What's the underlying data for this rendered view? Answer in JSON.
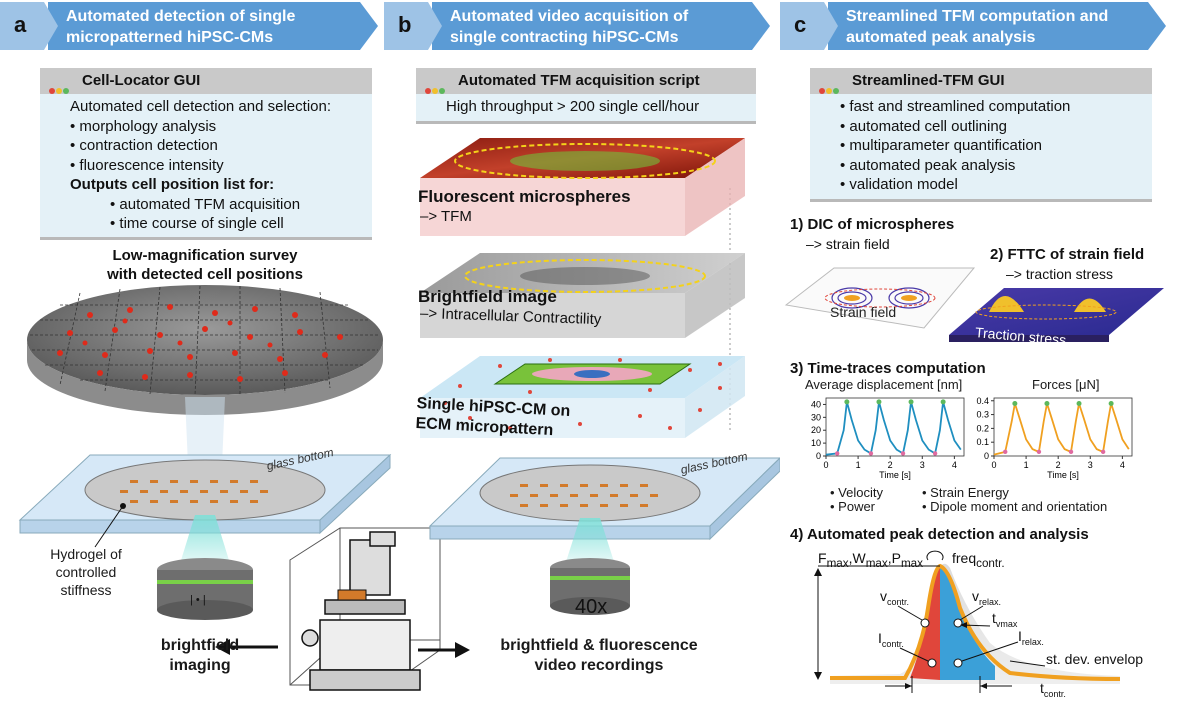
{
  "colors": {
    "banner": "#5b9bd5",
    "gui_bg": "#e4f1f7",
    "gui_title": "#c9c9c9",
    "dot_red": "#e0463b",
    "dot_yellow": "#f0c02c",
    "dot_green": "#5cb85c",
    "accent_orange": "#f0a020",
    "accent_blue": "#1f8fc0"
  },
  "panel_a": {
    "letter": "a",
    "banner": [
      "Automated detection of single",
      "micropatterned hiPSC-CMs"
    ],
    "gui_title": "Cell-Locator GUI",
    "lines": [
      "Automated cell detection and selection:",
      "• morphology analysis",
      "• contraction detection",
      "• fluorescence intensity"
    ],
    "outputs_title": "Outputs cell position list for:",
    "outputs": [
      "• automated TFM acquisition",
      "• time course of single cell"
    ],
    "survey": [
      "Low-magnification survey",
      "with detected cell positions"
    ],
    "glass": "glass bottom",
    "hydrogel": [
      "Hydrogel of",
      "controlled",
      "stiffness"
    ],
    "imaging": [
      "brightfield",
      "imaging"
    ]
  },
  "panel_b": {
    "letter": "b",
    "banner": [
      "Automated video acquisition of",
      "single contracting hiPSC-CMs"
    ],
    "gui_title": "Automated TFM acquisition script",
    "line": "High throughput > 200 single cell/hour",
    "layer1": "Fluorescent microspheres",
    "layer1_sub": "–> TFM",
    "layer2": "Brightfield image",
    "layer2_sub": "–> Intracellular Contractility",
    "layer3": [
      "Single hiPSC-CM on",
      "ECM micropattern"
    ],
    "glass": "glass bottom",
    "objective": "40x",
    "recordings": [
      "brightfield & fluorescence",
      "video recordings"
    ]
  },
  "panel_c": {
    "letter": "c",
    "banner": [
      "Streamlined TFM computation and",
      "automated peak analysis"
    ],
    "gui_title": "Streamlined-TFM GUI",
    "lines": [
      "• fast and streamlined computation",
      "• automated cell outlining",
      "• multiparameter quantification",
      "• automated peak analysis",
      "• validation model"
    ],
    "step1": "1) DIC of microspheres",
    "step1_sub": "–> strain field",
    "strain_field": "Strain field",
    "step2": "2) FTTC of strain field",
    "step2_sub": "–> traction stress",
    "traction_stress": "Traction stress",
    "step3": "3) Time-traces computation",
    "outputs": [
      "• Velocity",
      "• Power",
      "• Strain Energy",
      "• Dipole moment and orientation"
    ],
    "step4": "4) Automated peak detection and analysis",
    "peak_labels": {
      "fwp": "F",
      "fwp_sub": "max",
      "w": "W",
      "p": "P",
      "freq": "freq",
      "freq_sub": "contr.",
      "vcontr": "v",
      "vcontr_sub": "contr.",
      "vrelax": "v",
      "vrelax_sub": "relax.",
      "tvmax": "t",
      "tvmax_sub": "vmax",
      "icontr": "I",
      "icontr_sub": "contr.",
      "irelax": "I",
      "irelax_sub": "relax.",
      "envelope": "st. dev. envelop",
      "tcontr": "t",
      "tcontr_sub": "contr."
    }
  },
  "chart_data": [
    {
      "type": "line",
      "title": "Average displacement [nm]",
      "xlabel": "Time [s]",
      "xlim": [
        0,
        4.3
      ],
      "ylim": [
        0,
        45
      ],
      "xticks": [
        0,
        1,
        2,
        3,
        4
      ],
      "yticks": [
        0,
        10,
        20,
        30,
        40
      ],
      "series": [
        {
          "x": [
            0,
            0.35,
            0.55,
            0.65,
            0.8,
            1.0,
            1.2,
            1.4,
            1.55,
            1.65,
            1.8,
            2.0,
            2.2,
            2.4,
            2.55,
            2.65,
            2.8,
            3.0,
            3.2,
            3.4,
            3.55,
            3.65,
            3.8,
            4.0,
            4.2
          ],
          "y": [
            1,
            2,
            20,
            42,
            28,
            12,
            5,
            2,
            20,
            42,
            28,
            12,
            5,
            2,
            20,
            42,
            28,
            12,
            5,
            2,
            20,
            42,
            28,
            12,
            5
          ]
        }
      ],
      "color": "#1f8fc0"
    },
    {
      "type": "line",
      "title": "Forces [μN]",
      "xlabel": "Time [s]",
      "xlim": [
        0,
        4.3
      ],
      "ylim": [
        0,
        0.42
      ],
      "xticks": [
        0,
        1,
        2,
        3,
        4
      ],
      "yticks": [
        0,
        0.1,
        0.2,
        0.3,
        0.4
      ],
      "series": [
        {
          "x": [
            0,
            0.35,
            0.55,
            0.65,
            0.8,
            1.0,
            1.2,
            1.4,
            1.55,
            1.65,
            1.8,
            2.0,
            2.2,
            2.4,
            2.55,
            2.65,
            2.8,
            3.0,
            3.2,
            3.4,
            3.55,
            3.65,
            3.8,
            4.0,
            4.2
          ],
          "y": [
            0.01,
            0.03,
            0.25,
            0.38,
            0.27,
            0.12,
            0.05,
            0.03,
            0.25,
            0.38,
            0.27,
            0.12,
            0.05,
            0.03,
            0.25,
            0.38,
            0.27,
            0.12,
            0.05,
            0.03,
            0.25,
            0.38,
            0.27,
            0.12,
            0.05
          ]
        }
      ],
      "color": "#f0a020"
    }
  ]
}
